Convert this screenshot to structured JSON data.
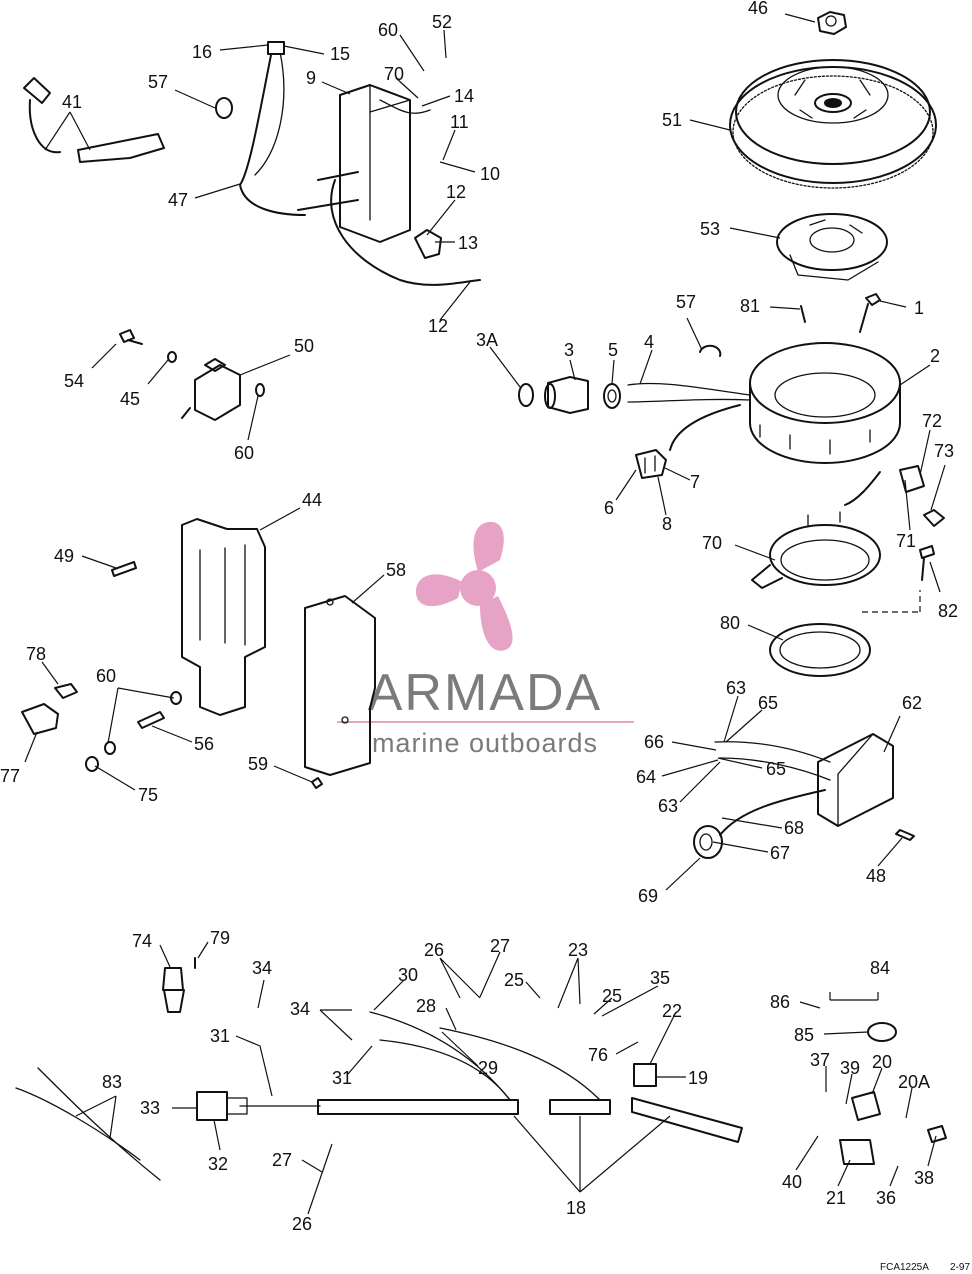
{
  "watermark": {
    "brand": "ARMADA",
    "tagline": "marine outboards",
    "logo_color": "#e7a3c6",
    "text_color": "#7b7b7b"
  },
  "footer": {
    "code": "FCA1225A",
    "date": "2-97"
  },
  "callouts": {
    "c46": "46",
    "c51": "51",
    "c53": "53",
    "c81": "81",
    "c1": "1",
    "c57b": "57",
    "c2": "2",
    "c3a": "3A",
    "c3": "3",
    "c5": "5",
    "c4": "4",
    "c7": "7",
    "c6": "6",
    "c8": "8",
    "c72": "72",
    "c73": "73",
    "c71": "71",
    "c70": "70",
    "c82": "82",
    "c80": "80",
    "c16": "16",
    "c15": "15",
    "c60a": "60",
    "c52": "52",
    "c57a": "57",
    "c41": "41",
    "c9": "9",
    "c70b": "70",
    "c14": "14",
    "c11": "11",
    "c10": "10",
    "c47": "47",
    "c12a": "12",
    "c13": "13",
    "c12b": "12",
    "c54": "54",
    "c45": "45",
    "c50": "50",
    "c60b": "60",
    "c44": "44",
    "c49": "49",
    "c58": "58",
    "c78": "78",
    "c60c": "60",
    "c56": "56",
    "c77": "77",
    "c75": "75",
    "c59": "59",
    "c63a": "63",
    "c65a": "65",
    "c62": "62",
    "c66": "66",
    "c65b": "65",
    "c64": "64",
    "c63b": "63",
    "c68": "68",
    "c67": "67",
    "c69": "69",
    "c48": "48",
    "c74": "74",
    "c79": "79",
    "c34a": "34",
    "c31a": "31",
    "c30": "30",
    "c34b": "34",
    "c31b": "31",
    "c26a": "26",
    "c27a": "27",
    "c28": "28",
    "c29": "29",
    "c23": "23",
    "c25a": "25",
    "c25b": "25",
    "c35": "35",
    "c22": "22",
    "c76": "76",
    "c19": "19",
    "c84": "84",
    "c86": "86",
    "c85": "85",
    "c37": "37",
    "c39": "39",
    "c20": "20",
    "c20a": "20A",
    "c40": "40",
    "c21": "21",
    "c36": "36",
    "c38": "38",
    "c83": "83",
    "c33": "33",
    "c32": "32",
    "c27b": "27",
    "c26b": "26",
    "c18": "18"
  }
}
